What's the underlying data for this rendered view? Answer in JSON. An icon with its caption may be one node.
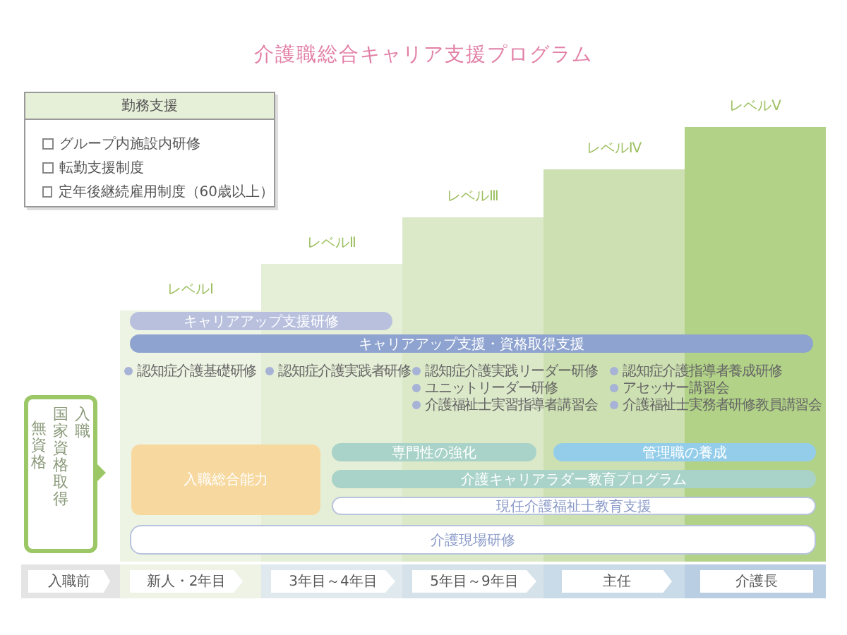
{
  "diagram": {
    "title": "介護職総合キャリア支援プログラム",
    "nodes": [
      {
        "text": [
          "勤務支援",
          "グループ内施設内研修",
          "転勤支援制度",
          "定年後継続雇用制度（60歳以上）"
        ]
      },
      {
        "text": [
          "レベルⅠ"
        ]
      },
      {
        "text": [
          "レベルⅡ"
        ]
      },
      {
        "text": [
          "レベルⅢ"
        ]
      },
      {
        "text": [
          "レベルⅣ"
        ]
      },
      {
        "text": [
          "レベルⅤ"
        ]
      },
      {
        "text": [
          "キャリアアップ支援研修"
        ]
      },
      {
        "text": [
          "キャリアアップ支援・資格取得支援"
        ]
      },
      {
        "text": [
          "無資格",
          "国家資格取得",
          "入職"
        ]
      },
      {
        "text": [
          "入職総合能力"
        ]
      },
      {
        "text": [
          "専門性の強化"
        ]
      },
      {
        "text": [
          "管理職の養成"
        ]
      },
      {
        "text": [
          "介護キャリアラダー教育プログラム"
        ]
      },
      {
        "text": [
          "現任介護福祉士教育支援"
        ]
      },
      {
        "text": [
          "介護現場研修"
        ]
      },
      {
        "text": [
          "入職前"
        ]
      },
      {
        "text": [
          "新人・2年目"
        ]
      },
      {
        "text": [
          "3年目～4年目"
        ]
      },
      {
        "text": [
          "5年目～9年目"
        ]
      },
      {
        "text": [
          "主任"
        ]
      },
      {
        "text": [
          "介護長"
        ]
      }
    ],
    "labels": [
      "認知症介護基礎研修",
      "認知症介護実践者研修",
      "認知症介護実践リーダー研修",
      "認知症介護指導者養成研修",
      "ユニットリーダー研修",
      "アセッサー講習会",
      "介護福祉士実習指導者講習会",
      "介護福祉士実務者研修教員講習会"
    ]
  }
}
